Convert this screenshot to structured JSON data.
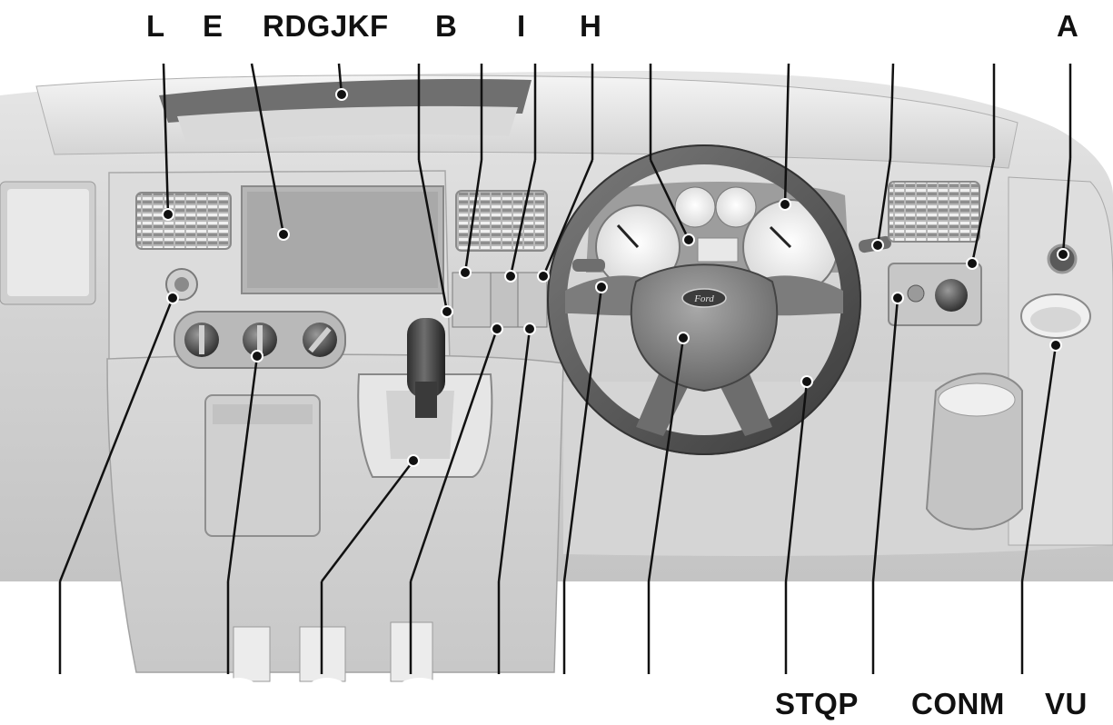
{
  "diagram": {
    "top_labels": [
      "L",
      "E",
      "RDGJKF",
      "B",
      "I",
      "H",
      "A"
    ],
    "bottom_labels": [
      "STQP",
      "CONM",
      "VU"
    ],
    "badge_text": "Ford"
  }
}
